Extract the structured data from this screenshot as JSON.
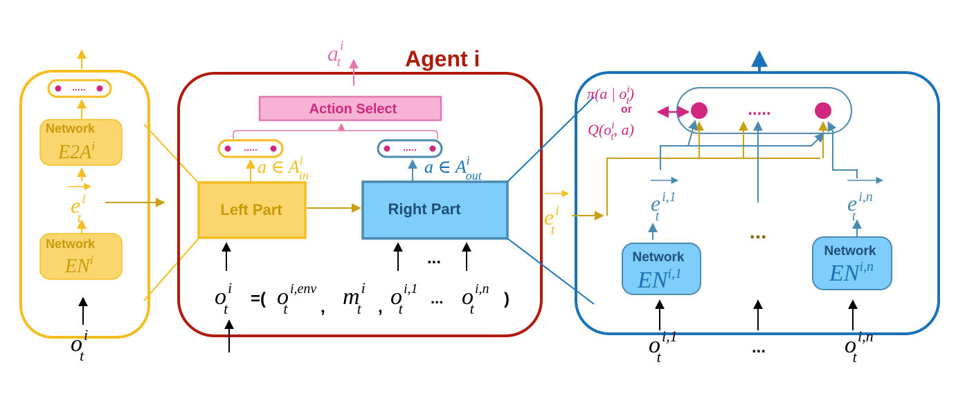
{
  "colors": {
    "yellow": "#f5bd1f",
    "yellow_fill": "#fbd66f",
    "gold_text": "#c99a06",
    "gold_arrow": "#c9a012",
    "dark_red": "#b01a0a",
    "pink": "#d0287e",
    "pink_fill": "#f7b3d2",
    "blue": "#1a73b8",
    "steel_blue": "#4a89b0",
    "light_blue_fill": "#7fcdfb",
    "dark_blue_text": "#1f4e79",
    "brown": "#8a6a10",
    "black": "#000000"
  },
  "labels": {
    "network": "Network",
    "e2a_sym": "E2A",
    "en_sym": "EN",
    "sup_i": "i",
    "sup_i1": "i,1",
    "sup_in": "i,n",
    "sup_ienv": "i,env",
    "sub_t": "t",
    "sub_in": "in",
    "sub_out": "out",
    "e_sym": "e",
    "o_sym": "o",
    "m_sym": "m",
    "a_sym": "a",
    "a_in_text": "a ∈ A",
    "a_out_text": "a ∈ A",
    "left_part": "Left Part",
    "right_part": "Right Part",
    "action_select": "Action Select",
    "agent_title": "Agent i",
    "eq_open": "=(",
    "eq_close": ")",
    "comma": ",",
    "ellipsis": "...",
    "dots": ".....",
    "ellipsis_sm": "…",
    "pi_text": "π(a | o",
    "pi_close": ")",
    "or_text": "or",
    "q_text": "Q(o",
    "q_close": ", a)"
  }
}
